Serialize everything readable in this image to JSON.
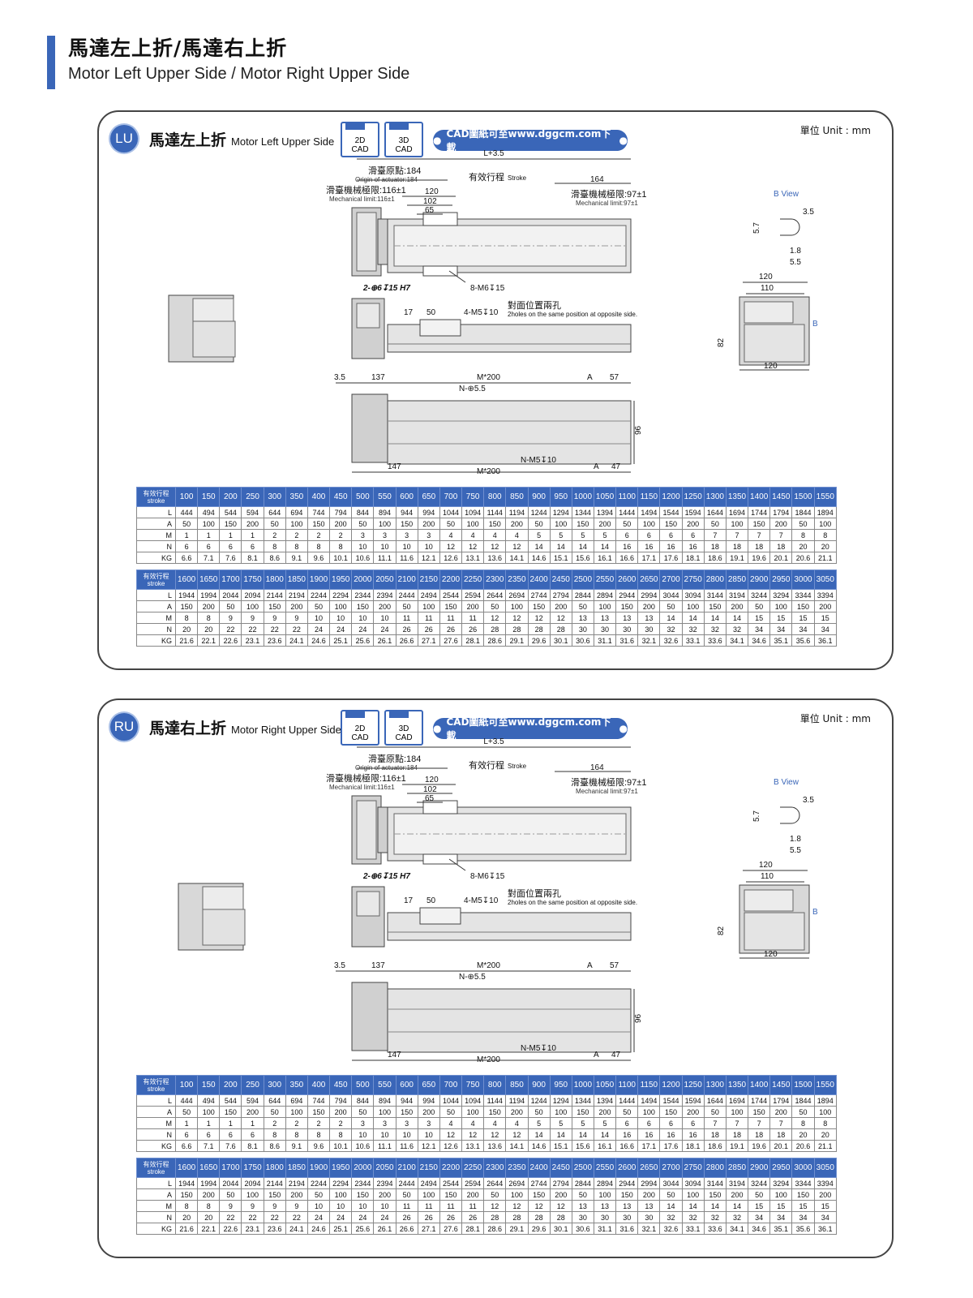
{
  "header": {
    "title_zh": "馬達左上折/馬達右上折",
    "title_en": "Motor Left Upper Side / Motor Right Upper Side"
  },
  "colors": {
    "accent": "#3a66b8",
    "line": "#444444",
    "body_fill": "#d8d8d8"
  },
  "cad_link": "CAD圖紙可至www.dggcm.com下載",
  "cad_2d": [
    "2D",
    "CAD"
  ],
  "cad_3d": [
    "3D",
    "CAD"
  ],
  "unit": "單位 Unit : mm",
  "dims": {
    "l35": "L+3.5",
    "origin_zh": "滑臺原點:184",
    "origin_en": "Origin of actuator:184",
    "stroke_zh": "有效行程",
    "stroke_en": "Stroke",
    "d164": "164",
    "mech116_zh": "滑臺機械極限:116±1",
    "mech116_en": "Mechanical limit:116±1",
    "mech97_zh": "滑臺機械極限:97±1",
    "mech97_en": "Mechanical limit:97±1",
    "d120": "120",
    "d102": "102",
    "d65": "65",
    "hole1": "2-⊕6↧15 H7",
    "hole2": "8-M6↧15",
    "d17": "17",
    "d50": "50",
    "hole3": "4-M5↧10",
    "same_zh": "對面位置兩孔",
    "same_en": "2holes on the same position at opposite side.",
    "d3_5": "3.5",
    "d137": "137",
    "m200": "M*200",
    "nd": "N-⊕5.5",
    "a": "A",
    "d57": "57",
    "d96": "96",
    "d147": "147",
    "nm5": "N-M5↧10",
    "d47": "47",
    "bview": "B  View",
    "v35": "3.5",
    "v57": "5.7",
    "v18": "1.8",
    "v55": "5.5",
    "e120": "120",
    "e110": "110",
    "e82": "82",
    "eb": "B"
  },
  "table1": {
    "head_zh": "有效行程",
    "head_en": "stroke",
    "strokes": [
      "100",
      "150",
      "200",
      "250",
      "300",
      "350",
      "400",
      "450",
      "500",
      "550",
      "600",
      "650",
      "700",
      "750",
      "800",
      "850",
      "900",
      "950",
      "1000",
      "1050",
      "1100",
      "1150",
      "1200",
      "1250",
      "1300",
      "1350",
      "1400",
      "1450",
      "1500",
      "1550"
    ],
    "rows": [
      {
        "label": "L",
        "values": [
          "444",
          "494",
          "544",
          "594",
          "644",
          "694",
          "744",
          "794",
          "844",
          "894",
          "944",
          "994",
          "1044",
          "1094",
          "1144",
          "1194",
          "1244",
          "1294",
          "1344",
          "1394",
          "1444",
          "1494",
          "1544",
          "1594",
          "1644",
          "1694",
          "1744",
          "1794",
          "1844",
          "1894"
        ]
      },
      {
        "label": "A",
        "values": [
          "50",
          "100",
          "150",
          "200",
          "50",
          "100",
          "150",
          "200",
          "50",
          "100",
          "150",
          "200",
          "50",
          "100",
          "150",
          "200",
          "50",
          "100",
          "150",
          "200",
          "50",
          "100",
          "150",
          "200",
          "50",
          "100",
          "150",
          "200",
          "50",
          "100"
        ]
      },
      {
        "label": "M",
        "values": [
          "1",
          "1",
          "1",
          "1",
          "2",
          "2",
          "2",
          "2",
          "3",
          "3",
          "3",
          "3",
          "4",
          "4",
          "4",
          "4",
          "5",
          "5",
          "5",
          "5",
          "6",
          "6",
          "6",
          "6",
          "7",
          "7",
          "7",
          "7",
          "8",
          "8"
        ]
      },
      {
        "label": "N",
        "values": [
          "6",
          "6",
          "6",
          "6",
          "8",
          "8",
          "8",
          "8",
          "10",
          "10",
          "10",
          "10",
          "12",
          "12",
          "12",
          "12",
          "14",
          "14",
          "14",
          "14",
          "16",
          "16",
          "16",
          "16",
          "18",
          "18",
          "18",
          "18",
          "20",
          "20"
        ]
      },
      {
        "label": "KG",
        "values": [
          "6.6",
          "7.1",
          "7.6",
          "8.1",
          "8.6",
          "9.1",
          "9.6",
          "10.1",
          "10.6",
          "11.1",
          "11.6",
          "12.1",
          "12.6",
          "13.1",
          "13.6",
          "14.1",
          "14.6",
          "15.1",
          "15.6",
          "16.1",
          "16.6",
          "17.1",
          "17.6",
          "18.1",
          "18.6",
          "19.1",
          "19.6",
          "20.1",
          "20.6",
          "21.1"
        ]
      }
    ]
  },
  "table2": {
    "head_zh": "有效行程",
    "head_en": "stroke",
    "strokes": [
      "1600",
      "1650",
      "1700",
      "1750",
      "1800",
      "1850",
      "1900",
      "1950",
      "2000",
      "2050",
      "2100",
      "2150",
      "2200",
      "2250",
      "2300",
      "2350",
      "2400",
      "2450",
      "2500",
      "2550",
      "2600",
      "2650",
      "2700",
      "2750",
      "2800",
      "2850",
      "2900",
      "2950",
      "3000",
      "3050"
    ],
    "rows": [
      {
        "label": "L",
        "values": [
          "1944",
          "1994",
          "2044",
          "2094",
          "2144",
          "2194",
          "2244",
          "2294",
          "2344",
          "2394",
          "2444",
          "2494",
          "2544",
          "2594",
          "2644",
          "2694",
          "2744",
          "2794",
          "2844",
          "2894",
          "2944",
          "2994",
          "3044",
          "3094",
          "3144",
          "3194",
          "3244",
          "3294",
          "3344",
          "3394"
        ]
      },
      {
        "label": "A",
        "values": [
          "150",
          "200",
          "50",
          "100",
          "150",
          "200",
          "50",
          "100",
          "150",
          "200",
          "50",
          "100",
          "150",
          "200",
          "50",
          "100",
          "150",
          "200",
          "50",
          "100",
          "150",
          "200",
          "50",
          "100",
          "150",
          "200",
          "50",
          "100",
          "150",
          "200"
        ]
      },
      {
        "label": "M",
        "values": [
          "8",
          "8",
          "9",
          "9",
          "9",
          "9",
          "10",
          "10",
          "10",
          "10",
          "11",
          "11",
          "11",
          "11",
          "12",
          "12",
          "12",
          "12",
          "13",
          "13",
          "13",
          "13",
          "14",
          "14",
          "14",
          "14",
          "15",
          "15",
          "15",
          "15"
        ]
      },
      {
        "label": "N",
        "values": [
          "20",
          "20",
          "22",
          "22",
          "22",
          "22",
          "24",
          "24",
          "24",
          "24",
          "26",
          "26",
          "26",
          "26",
          "28",
          "28",
          "28",
          "28",
          "30",
          "30",
          "30",
          "30",
          "32",
          "32",
          "32",
          "32",
          "34",
          "34",
          "34",
          "34"
        ]
      },
      {
        "label": "KG",
        "values": [
          "21.6",
          "22.1",
          "22.6",
          "23.1",
          "23.6",
          "24.1",
          "24.6",
          "25.1",
          "25.6",
          "26.1",
          "26.6",
          "27.1",
          "27.6",
          "28.1",
          "28.6",
          "29.1",
          "29.6",
          "30.1",
          "30.6",
          "31.1",
          "31.6",
          "32.1",
          "32.6",
          "33.1",
          "33.6",
          "34.1",
          "34.6",
          "35.1",
          "35.6",
          "36.1"
        ]
      }
    ]
  },
  "panels": [
    {
      "code": "LU",
      "title_zh": "馬達左上折",
      "title_en": "Motor Left Upper Side",
      "motor_side": "left"
    },
    {
      "code": "RU",
      "title_zh": "馬達右上折",
      "title_en": "Motor Right Upper Side",
      "motor_side": "right"
    }
  ]
}
